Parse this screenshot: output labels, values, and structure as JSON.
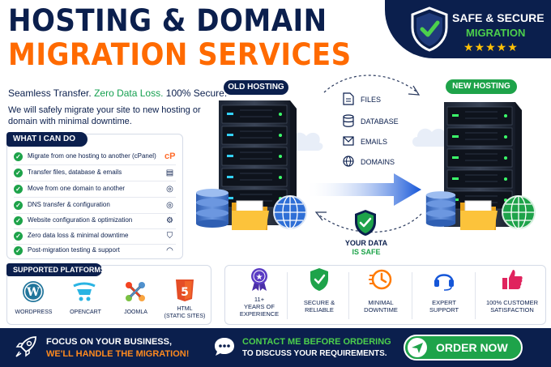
{
  "header": {
    "title_line1": "HOSTING & DOMAIN",
    "title_line2": "MIGRATION SERVICES",
    "tagline_part1": "Seamless Transfer.",
    "tagline_part2": "Zero Data Loss.",
    "tagline_part3": "100% Secure.",
    "intro": "We will safely migrate your site to new hosting or domain with minimal downtime."
  },
  "badge": {
    "line1": "SAFE & SECURE",
    "line2": "MIGRATION",
    "stars": "★★★★★"
  },
  "services": {
    "heading": "WHAT I CAN DO",
    "items": [
      {
        "label": "Migrate from one hosting to another (cPanel)",
        "icon": "cpanel-icon"
      },
      {
        "label": "Transfer files, database & emails",
        "icon": "file-icon"
      },
      {
        "label": "Move from one domain to another",
        "icon": "globe-icon"
      },
      {
        "label": "DNS transfer & configuration",
        "icon": "globe-icon"
      },
      {
        "label": "Website configuration & optimization",
        "icon": "gear-icon"
      },
      {
        "label": "Zero data loss & minimal downtime",
        "icon": "shield-icon"
      },
      {
        "label": "Post-migration testing & support",
        "icon": "headset-icon"
      }
    ],
    "cpanel_glyph": "cP"
  },
  "platforms": {
    "heading": "SUPPORTED PLATFORMS",
    "items": [
      {
        "label": "WORDPRESS"
      },
      {
        "label": "OPENCART"
      },
      {
        "label": "JOOMLA"
      },
      {
        "label": "HTML\n(STATIC SITES)"
      }
    ],
    "html5_glyph": "5"
  },
  "migration": {
    "old_label": "OLD HOSTING",
    "new_label": "NEW HOSTING",
    "items": [
      "FILES",
      "DATABASE",
      "EMAILS",
      "DOMAINS"
    ],
    "safe_line1": "YOUR DATA",
    "safe_line2": "IS SAFE"
  },
  "features": [
    {
      "label": "11+\nYEARS OF\nEXPERIENCE",
      "icon": "award-icon"
    },
    {
      "label": "SECURE &\nRELIABLE",
      "icon": "shield-check-icon"
    },
    {
      "label": "MINIMAL\nDOWNTIME",
      "icon": "clock-icon"
    },
    {
      "label": "EXPERT\nSUPPORT",
      "icon": "headset-icon"
    },
    {
      "label": "100% CUSTOMER\nSATISFACTION",
      "icon": "thumbs-up-icon"
    }
  ],
  "footer": {
    "focus_line1": "FOCUS ON YOUR BUSINESS,",
    "focus_line2": "WE'LL HANDLE THE MIGRATION!",
    "contact_line1": "CONTACT ME BEFORE ORDERING",
    "contact_line2": "TO DISCUSS YOUR REQUIREMENTS.",
    "order_label": "ORDER NOW"
  },
  "colors": {
    "navy": "#0b1f4d",
    "orange": "#ff6a00",
    "green": "#1ea34a",
    "star": "#ffc107"
  }
}
